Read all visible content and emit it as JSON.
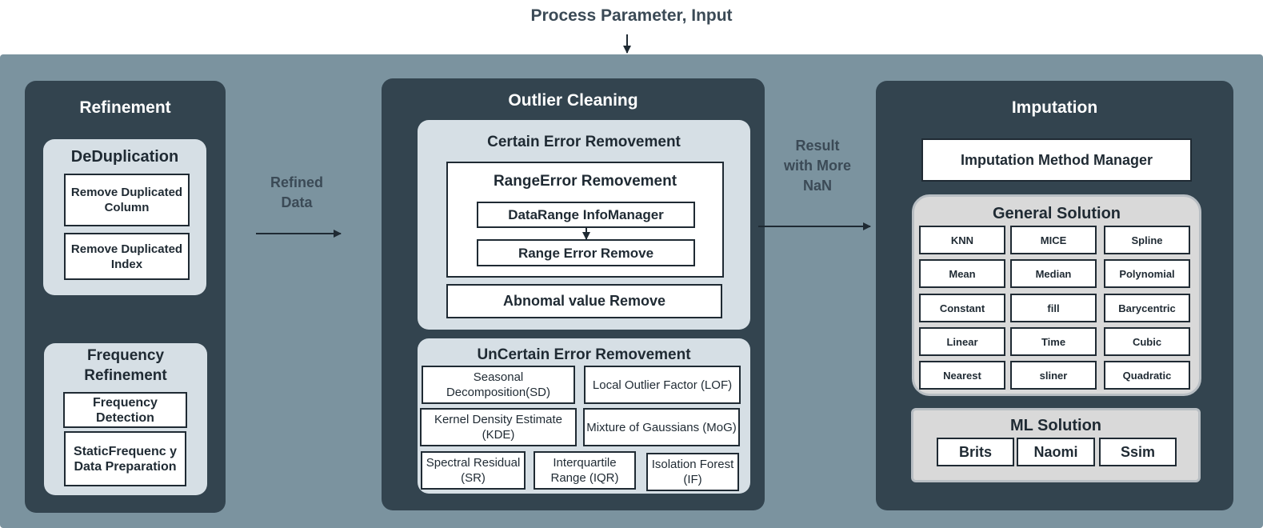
{
  "top_input": "Process Parameter, Input",
  "refinement": {
    "title": "Refinement",
    "dedup": {
      "title": "DeDuplication",
      "items": [
        "Remove Duplicated Column",
        "Remove Duplicated Index"
      ]
    },
    "frequency": {
      "title": "Frequency Refinement",
      "items": [
        "Frequency Detection",
        "StaticFrequenc y Data Preparation"
      ]
    }
  },
  "arrow_refined": "Refined Data",
  "outlier": {
    "title": "Outlier Cleaning",
    "certain": {
      "title": "Certain Error Removement",
      "range": {
        "title": "RangeError Removement",
        "info_manager": "DataRange InfoManager",
        "remove": "Range Error Remove"
      },
      "abnormal": "Abnomal value Remove"
    },
    "uncertain": {
      "title": "UnCertain Error Removement",
      "methods": [
        "Seasonal Decomposition(SD)",
        "Local Outlier Factor (LOF)",
        "Kernel Density Estimate (KDE)",
        "Mixture of Gaussians (MoG)",
        "Spectral Residual (SR)",
        "Interquartile Range (IQR)",
        "Isolation Forest (IF)"
      ]
    }
  },
  "arrow_result": "Result with More NaN",
  "imputation": {
    "title": "Imputation",
    "manager": "Imputation Method Manager",
    "general": {
      "title": "General Solution",
      "methods": [
        "KNN",
        "MICE",
        "Spline",
        "Mean",
        "Median",
        "Polynomial",
        "Constant",
        "fill",
        "Barycentric",
        "Linear",
        "Time",
        "Cubic",
        "Nearest",
        "sliner",
        "Quadratic"
      ]
    },
    "ml": {
      "title": "ML Solution",
      "methods": [
        "Brits",
        "Naomi",
        "Ssim"
      ]
    }
  }
}
